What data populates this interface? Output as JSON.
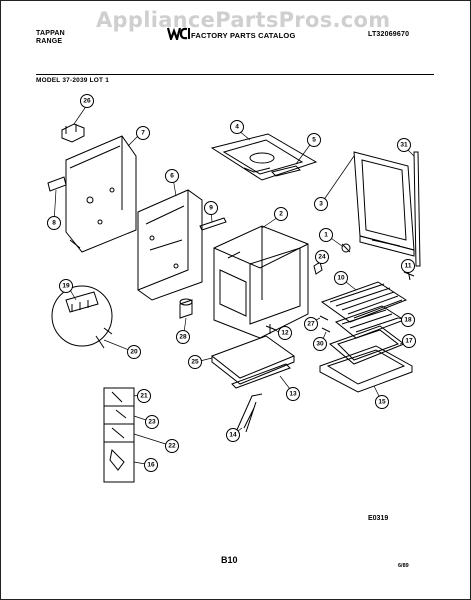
{
  "watermark": "AppliancePartsPros.com",
  "header": {
    "brand_line1": "TAPPAN",
    "brand_line2": "RANGE",
    "catalog_title": "FACTORY PARTS CATALOG",
    "doc_code": "LT32069670",
    "model_line": "MODEL 37-2039 LOT 1"
  },
  "logo": {
    "text": "WCI"
  },
  "callouts": {
    "p26": "26",
    "p7": "7",
    "p4": "4",
    "p5": "5",
    "p31": "31",
    "p6": "6",
    "p8": "8",
    "p9": "9",
    "p2": "2",
    "p3": "3",
    "p1": "1",
    "p24": "24",
    "p10": "10",
    "p11": "11",
    "p19a": "19",
    "p28": "28",
    "p27": "27",
    "p12": "12",
    "p18": "18",
    "p30": "30",
    "p20": "20",
    "p25": "25",
    "p17": "17",
    "p13": "13",
    "p15": "15",
    "p21": "21",
    "p23": "23",
    "p22": "22",
    "p14": "14",
    "p16": "16"
  },
  "footer": {
    "drawing_code": "E0319",
    "page_number": "B10",
    "date": "6/89"
  },
  "colors": {
    "ink": "#000000",
    "watermark": "#cfcfcf",
    "paper": "#ffffff"
  }
}
